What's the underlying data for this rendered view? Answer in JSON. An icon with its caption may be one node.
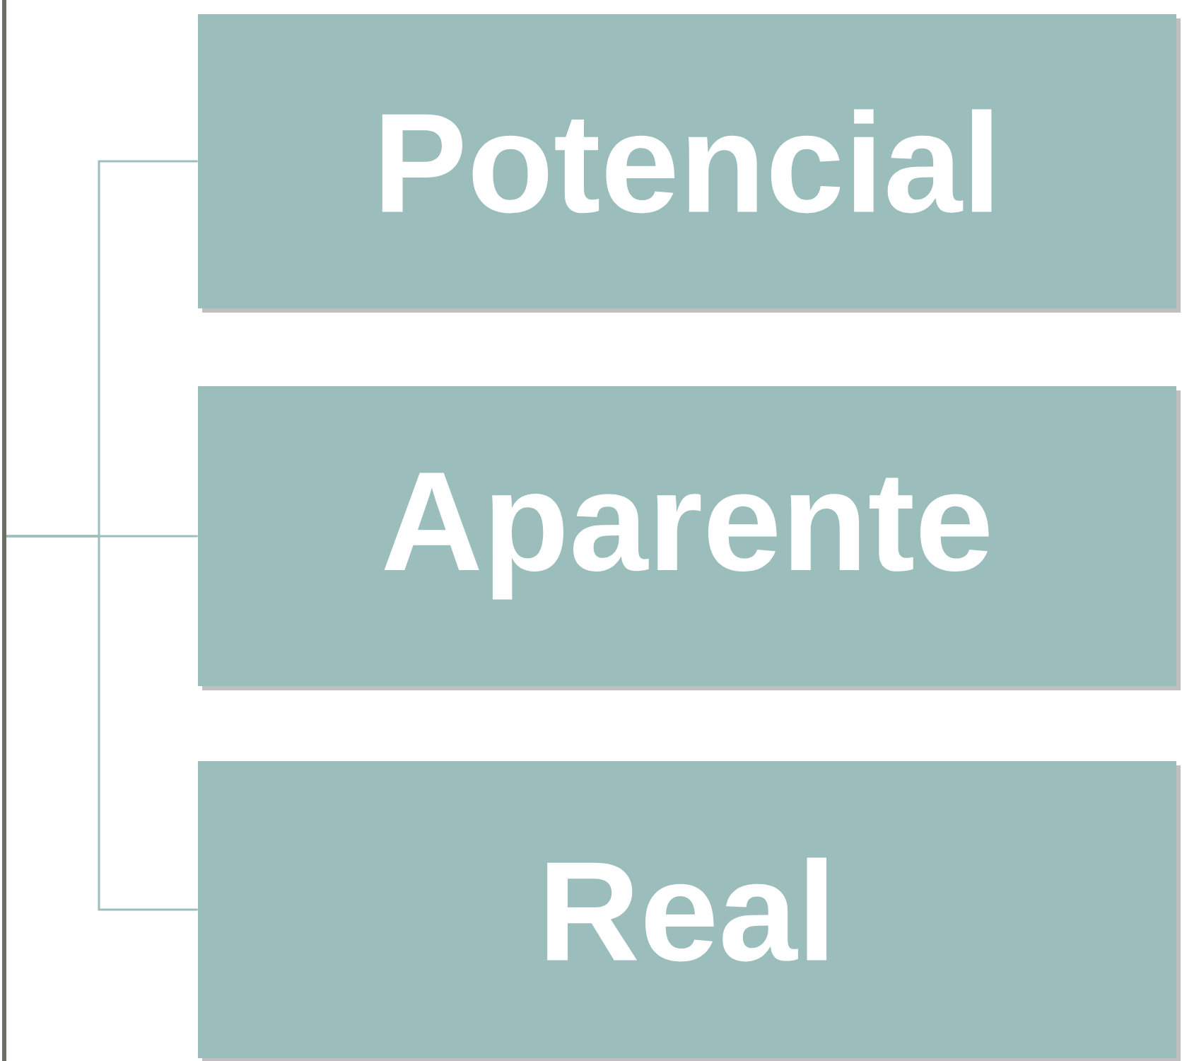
{
  "diagram": {
    "nodes": [
      {
        "text": [],
        "shape": "box"
      },
      {
        "text": [
          "Potencial"
        ]
      },
      {
        "text": [
          "Aparente"
        ]
      },
      {
        "text": [
          "Real"
        ]
      }
    ],
    "edges": [
      {
        "from": 0,
        "to": 1,
        "arrow": "none"
      },
      {
        "from": 0,
        "to": 2,
        "arrow": "none"
      },
      {
        "from": 0,
        "to": 3,
        "arrow": "none"
      }
    ]
  }
}
